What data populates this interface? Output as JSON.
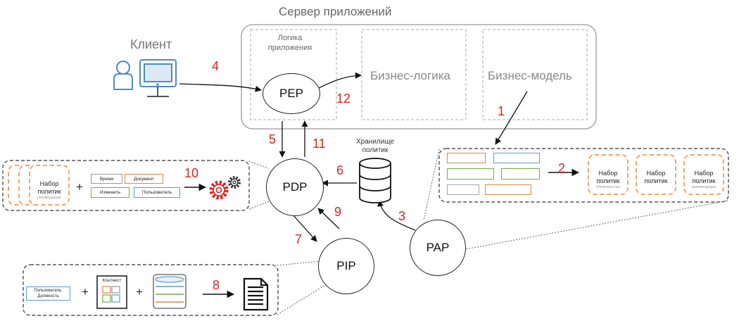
{
  "server": {
    "title": "Сервер приложений",
    "logic_label": "Логика приложения",
    "business_logic": "Бизнес-логика",
    "business_model": "Бизнес-модель"
  },
  "client": {
    "label": "Клиент"
  },
  "nodes": {
    "pep": "PEP",
    "pdp": "PDP",
    "pip": "PIP",
    "pap": "PAP"
  },
  "storage": {
    "label": "Хранилище политик"
  },
  "steps": [
    "1",
    "2",
    "3",
    "4",
    "5",
    "6",
    "7",
    "8",
    "9",
    "10",
    "11",
    "12"
  ],
  "policy_set": {
    "title": "Набор политик",
    "sub_mandatory": "обязательство",
    "sub_recommendation": "рекомендации"
  },
  "pdp_panel": {
    "time": "Время",
    "document": "Документ",
    "change": "Изменить",
    "user": "Пользователь",
    "plus": "+"
  },
  "pip_panel": {
    "user_position": "Пользователь. Должность",
    "context": "Контекст",
    "plus": "+"
  },
  "colors": {
    "accent_red": "#e12020",
    "orange": "#f2a46a",
    "blue": "#5a9bd5",
    "green": "#70ad47",
    "gray": "#a6a6a6"
  }
}
